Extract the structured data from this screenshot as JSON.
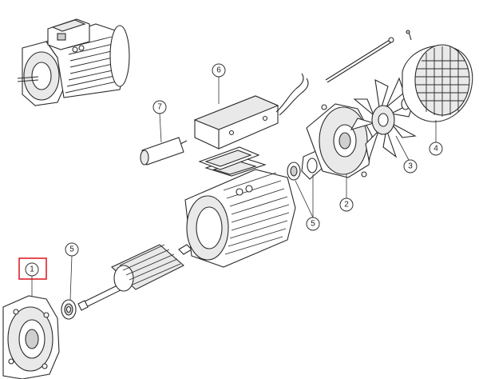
{
  "callouts": {
    "c1": "1",
    "c2": "2",
    "c3": "3",
    "c4": "4",
    "c5a": "5",
    "c5b": "5",
    "c6": "6",
    "c7": "7"
  },
  "highlight_color": "#e0202a",
  "line_color": "#2a2a2a"
}
